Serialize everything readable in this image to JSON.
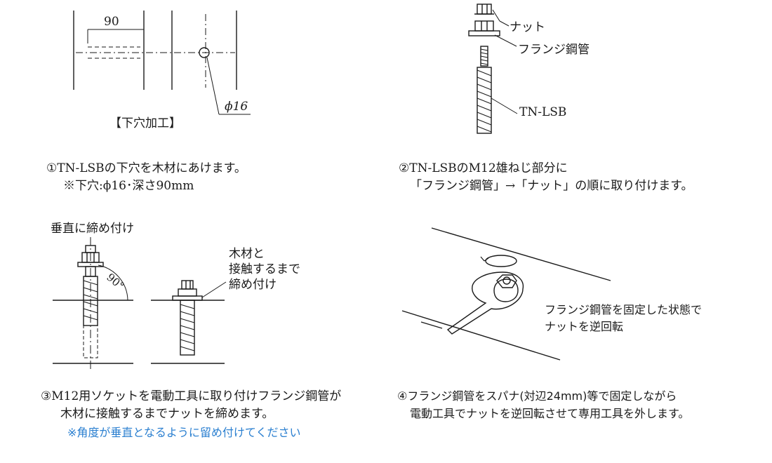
{
  "diagrams": {
    "pre_drill": {
      "dim_depth": "90",
      "dim_diameter": "ϕ16",
      "title": "【下穴加工】"
    },
    "parts": {
      "nut": "ナット",
      "flange": "フランジ鋼管",
      "bolt": "TN-LSB"
    },
    "tighten": {
      "vertical": "垂直に締め付け",
      "angle": "90°",
      "contact_1": "木材と",
      "contact_2": "接触するまで",
      "contact_3": "締め付け"
    },
    "remove": {
      "hold_1": "フランジ鋼管を固定した状態で",
      "hold_2": "ナットを逆回転"
    }
  },
  "steps": [
    {
      "line1": "①TN-LSBの下穴を木材にあけます。",
      "line2": "※下穴:ϕ16･深さ90mm"
    },
    {
      "line1": "②TN-LSBのM12雄ねじ部分に",
      "line2": "「フランジ鋼管」→「ナット」の順に取り付けます。"
    },
    {
      "line1": "③M12用ソケットを電動工具に取り付けフランジ鋼管が",
      "line2": "木材に接触するまでナットを締めます。",
      "note": "※角度が垂直となるように留め付けてください"
    },
    {
      "line1": "④フランジ鋼管をスパナ(対辺24mm)等で固定しながら",
      "line2": "電動工具でナットを逆回転させて専用工具を外します。"
    }
  ],
  "colors": {
    "line": "#1a1a1a",
    "note_blue": "#2a7fd0"
  }
}
